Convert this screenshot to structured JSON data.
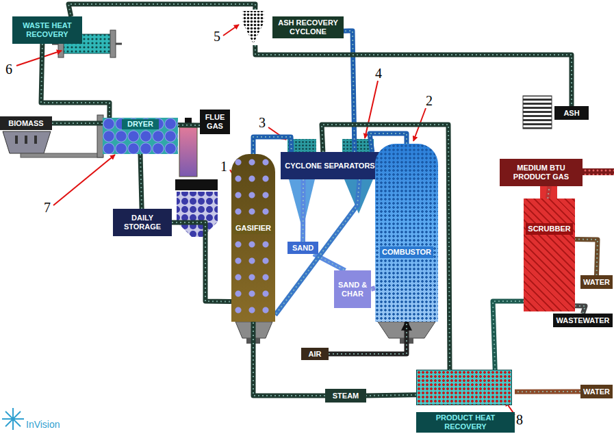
{
  "diagram": {
    "nodes": [
      {
        "text": [
          "WASTE HEAT RECOVERY"
        ]
      },
      {
        "text": [
          "ASH RECOVERY CYCLONE"
        ]
      },
      {
        "text": [
          "BIOMASS"
        ]
      },
      {
        "text": [
          "DRYER"
        ]
      },
      {
        "text": [
          "FLUE GAS"
        ]
      },
      {
        "text": [
          "DAILY STORAGE"
        ]
      },
      {
        "text": [
          "GASIFIER"
        ]
      },
      {
        "text": [
          "CYCLONE SEPARATORS"
        ]
      },
      {
        "text": [
          "SAND"
        ]
      },
      {
        "text": [
          "SAND & CHAR"
        ]
      },
      {
        "text": [
          "COMBUSTOR"
        ]
      },
      {
        "text": [
          "ASH"
        ]
      },
      {
        "text": [
          "MEDIUM BTU PRODUCT GAS"
        ]
      },
      {
        "text": [
          "SCRUBBER"
        ]
      },
      {
        "text": [
          "WATER"
        ]
      },
      {
        "text": [
          "WASTEWATER"
        ]
      },
      {
        "text": [
          "AIR"
        ]
      },
      {
        "text": [
          "STEAM"
        ]
      },
      {
        "text": [
          "PRODUCT HEAT RECOVERY"
        ]
      },
      {
        "text": [
          "WATER"
        ]
      }
    ],
    "edges": [
      {
        "from": 2,
        "to": 3,
        "arrow": "none"
      },
      {
        "from": 3,
        "to": 4,
        "arrow": "none"
      },
      {
        "from": 3,
        "to": 5,
        "arrow": "none"
      },
      {
        "from": 5,
        "to": 6,
        "arrow": "none"
      },
      {
        "from": 6,
        "to": 7,
        "arrow": "none"
      },
      {
        "from": 7,
        "to": 8,
        "arrow": "none"
      },
      {
        "from": 8,
        "to": 9,
        "arrow": "none"
      },
      {
        "from": 9,
        "to": 10,
        "arrow": "none"
      },
      {
        "from": 7,
        "to": 6,
        "arrow": "none"
      },
      {
        "from": 10,
        "to": 7,
        "arrow": "none"
      },
      {
        "from": 7,
        "to": 1,
        "arrow": "none"
      },
      {
        "from": 1,
        "to": 0,
        "arrow": "none"
      },
      {
        "from": 0,
        "to": 3,
        "arrow": "none"
      },
      {
        "from": 1,
        "to": 11,
        "arrow": "none"
      },
      {
        "from": 7,
        "to": 18,
        "arrow": "none"
      },
      {
        "from": 18,
        "to": 13,
        "arrow": "none"
      },
      {
        "from": 13,
        "to": 12,
        "arrow": "none"
      },
      {
        "from": 14,
        "to": 13,
        "arrow": "none"
      },
      {
        "from": 13,
        "to": 15,
        "arrow": "none"
      },
      {
        "from": 19,
        "to": 18,
        "arrow": "none"
      },
      {
        "from": 18,
        "to": 17,
        "arrow": "none"
      },
      {
        "from": 17,
        "to": 6,
        "arrow": "none"
      },
      {
        "from": 16,
        "to": 10,
        "arrow": "to"
      }
    ],
    "labels": [
      "1",
      "2",
      "3",
      "4",
      "5",
      "6",
      "7",
      "8",
      "InVision"
    ]
  }
}
